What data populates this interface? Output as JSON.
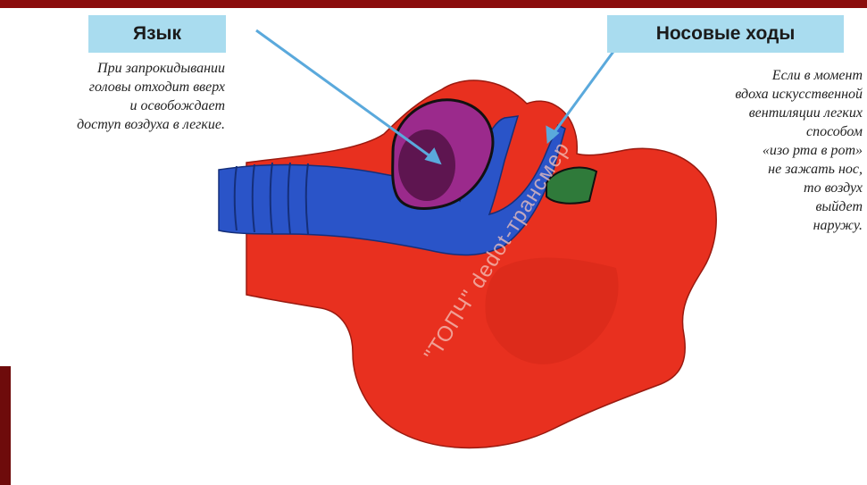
{
  "labels": {
    "tongue": "Язык",
    "nasal_passages": "Носовые ходы"
  },
  "captions": {
    "tongue": [
      "При запрокидывании",
      "головы отходит вверх",
      "и освобождает",
      "доступ воздуха в легкие."
    ],
    "nasal_passages": [
      "Если в момент",
      "вдоха искусственной",
      "вентиляции легких",
      "способом",
      "«изо рта в рот»",
      "не зажать нос,",
      "то воздух",
      "выйдет",
      "наружу."
    ]
  },
  "watermark": "\"ТОПЧ\" dеdоt-трансмер",
  "colors": {
    "head": "#e8301f",
    "airway": "#2a54c8",
    "tongue": "#9b2a8c",
    "label_bg": "#a9dcef",
    "arrow": "#5aa9dc",
    "frame": "#8b0d0d"
  }
}
